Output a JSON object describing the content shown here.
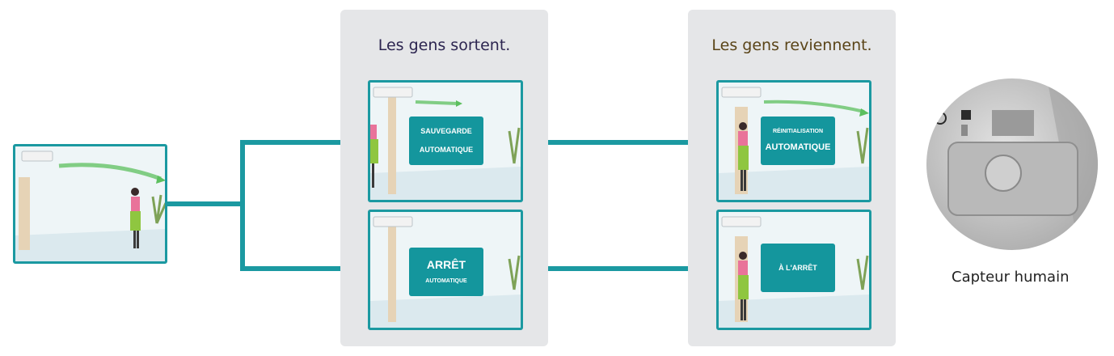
{
  "panels": {
    "leaving": {
      "title": "Les gens sortent."
    },
    "returning": {
      "title": "Les gens reviennent."
    }
  },
  "badges": {
    "auto_save": {
      "line1": "SAUVEGARDE",
      "line2": "AUTOMATIQUE"
    },
    "auto_off": {
      "line1": "ARRÊT",
      "line2": "AUTOMATIQUE"
    },
    "auto_reset": {
      "line1": "RÉINITIALISATION",
      "line2": "AUTOMATIQUE"
    },
    "off": {
      "line1": "À L'ARRÊT"
    }
  },
  "sensor": {
    "caption": "Capteur humain"
  },
  "colors": {
    "accent": "#1b99a1",
    "badge": "#14969d",
    "panel_bg": "#e5e6e8",
    "title_leaving": "#2c2550",
    "title_returning": "#5a4418",
    "airflow": "#3fb44a"
  }
}
